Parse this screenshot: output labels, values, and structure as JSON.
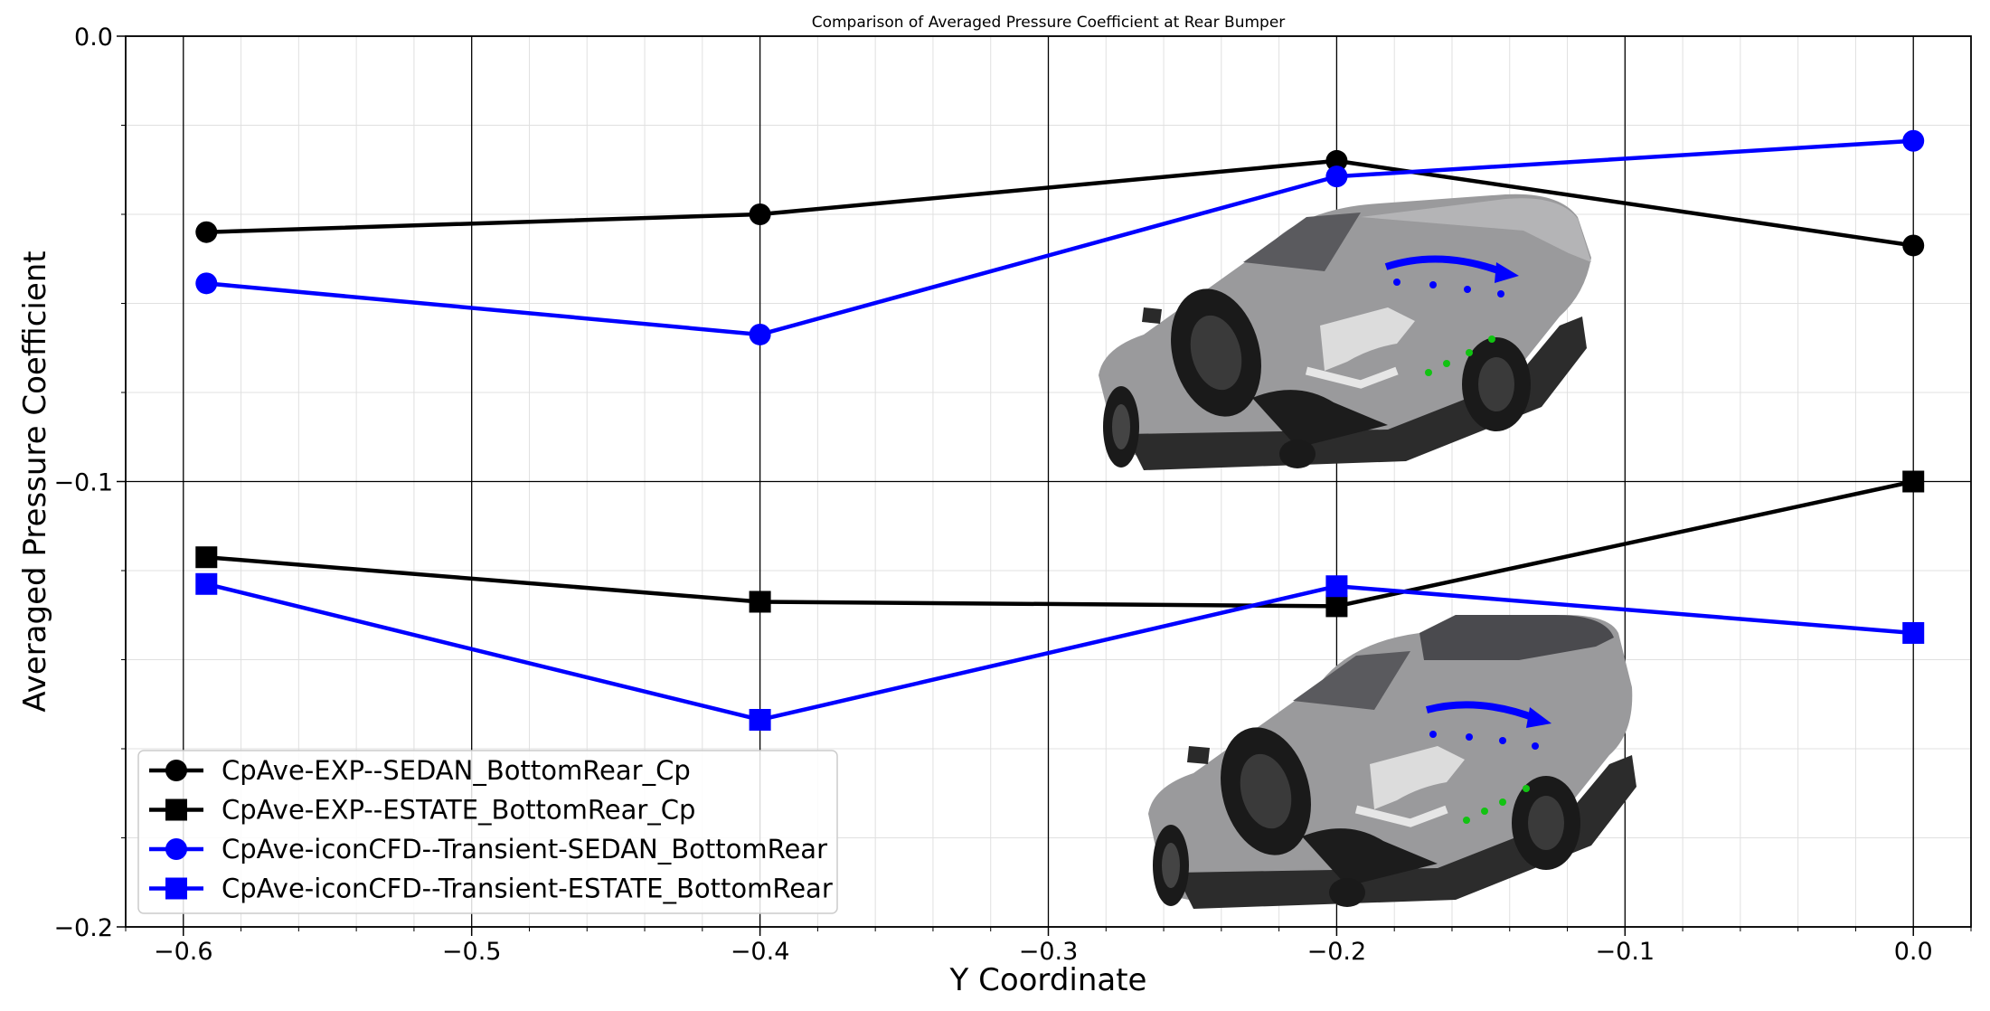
{
  "chart_data": {
    "type": "line",
    "title": "Comparison of Averaged Pressure Coefficient at Rear Bumper",
    "xlabel": "Y Coordinate",
    "ylabel": "Averaged Pressure Coefficient",
    "xlim": [
      -0.62,
      0.02
    ],
    "ylim": [
      -0.2,
      0.0
    ],
    "xticks": [
      -0.6,
      -0.5,
      -0.4,
      -0.3,
      -0.2,
      -0.1,
      0.0
    ],
    "xtick_labels": [
      "−0.6",
      "−0.5",
      "−0.4",
      "−0.3",
      "−0.2",
      "−0.1",
      "0.0"
    ],
    "yticks": [
      0.0,
      -0.1,
      -0.2
    ],
    "ytick_labels": [
      "0.0",
      "−0.1",
      "−0.2"
    ],
    "grid": "major and minor",
    "legend_position": "lower-left",
    "series": [
      {
        "name": "CpAve-EXP--SEDAN_BottomRear_Cp",
        "color": "#000000",
        "marker": "circle",
        "x": [
          -0.592,
          -0.4,
          -0.2,
          0.0
        ],
        "y": [
          -0.044,
          -0.04,
          -0.028,
          -0.047
        ]
      },
      {
        "name": "CpAve-EXP--ESTATE_BottomRear_Cp",
        "color": "#000000",
        "marker": "square",
        "x": [
          -0.592,
          -0.4,
          -0.2,
          0.0
        ],
        "y": [
          -0.117,
          -0.127,
          -0.128,
          -0.1
        ]
      },
      {
        "name": "CpAve-iconCFD--Transient-SEDAN_BottomRear",
        "color": "#0000ff",
        "marker": "circle",
        "x": [
          -0.592,
          -0.4,
          -0.2,
          0.0
        ],
        "y": [
          -0.0555,
          -0.067,
          -0.0315,
          -0.0235
        ]
      },
      {
        "name": "CpAve-iconCFD--Transient-ESTATE_BottomRear",
        "color": "#0000ff",
        "marker": "square",
        "x": [
          -0.592,
          -0.4,
          -0.2,
          0.0
        ],
        "y": [
          -0.123,
          -0.1535,
          -0.1235,
          -0.134
        ]
      }
    ]
  },
  "images": {
    "sedan_car": "sedan-underbody-illustration",
    "estate_car": "estate-underbody-illustration"
  }
}
